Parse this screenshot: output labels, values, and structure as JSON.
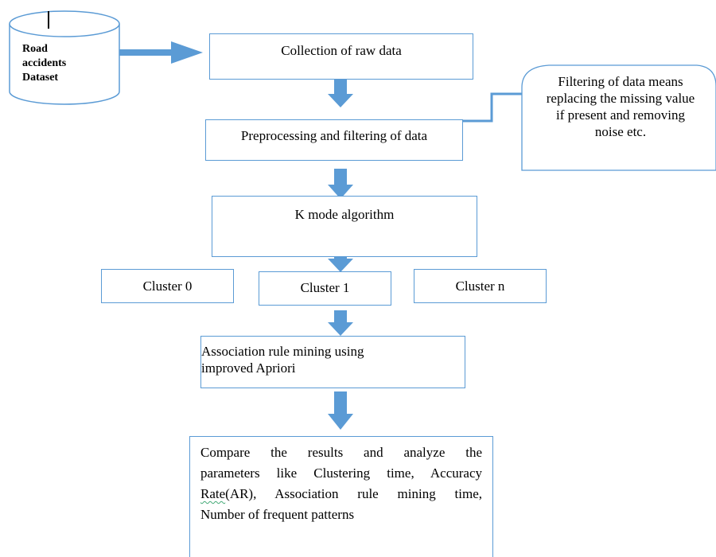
{
  "database": {
    "label_lines": [
      "Road",
      "accidents",
      "Dataset"
    ]
  },
  "steps": {
    "collection": "Collection of raw data",
    "preprocessing": "Preprocessing and filtering of data",
    "kmode": "K mode algorithm",
    "association_line1": "Association rule mining using",
    "association_line2": "improved Apriori"
  },
  "clusters": [
    "Cluster 0",
    "Cluster 1",
    "Cluster n"
  ],
  "note": {
    "line1": "Filtering of data means",
    "line2": "replacing the missing value",
    "line3": "if present and removing",
    "line4": "noise etc."
  },
  "final": {
    "line1": "Compare the results and analyze the",
    "line2": "parameters like Clustering time, Accuracy",
    "line3_word": "Rate",
    "line3_rest": "(AR), Association rule mining time,",
    "line4": "Number of frequent patterns"
  },
  "colors": {
    "box_border": "#5b9bd5",
    "arrow_fill": "#5b9bd5"
  }
}
